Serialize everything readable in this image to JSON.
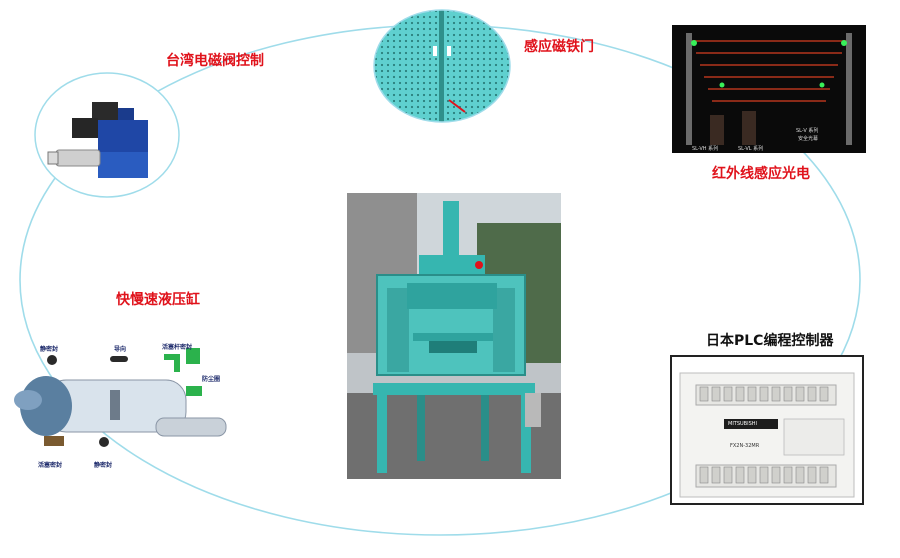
{
  "labels": {
    "solenoid_valve": "台湾电磁阀控制",
    "magnetic_door": "感应磁铁门",
    "infrared_sensor": "红外线感应光电",
    "hydraulic_cylinder": "快慢速液压缸",
    "plc_controller": "日本PLC编程控制器"
  },
  "cylinder_callouts": {
    "static_seal_top": "静密封",
    "guide": "导向",
    "piston_rod_seal": "活塞杆密封",
    "dust_ring": "防尘圈",
    "piston_seal_bottom": "活塞密封",
    "static_seal_bottom": "静密封"
  },
  "sensor_callouts": {
    "series_vh": "SL-VH 系列",
    "series_vl": "SL-VL 系列",
    "series_v": "SL-V 系列",
    "safety_light": "安全光幕"
  },
  "plc_callouts": {
    "brand": "MITSUBISHI",
    "model": "FX2N-32MR"
  },
  "colors": {
    "label_red": "#e0121b",
    "machine_teal": "#36b6b0",
    "ellipse_line": "#9fdcea"
  }
}
